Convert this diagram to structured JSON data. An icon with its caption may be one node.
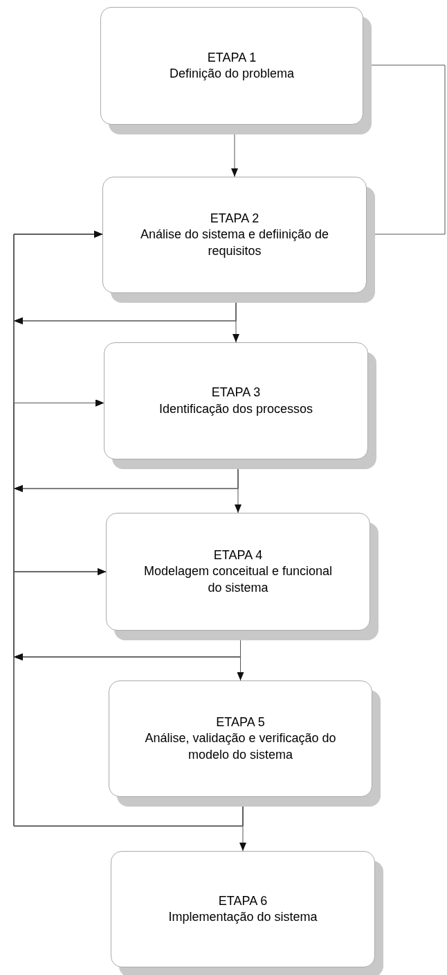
{
  "diagram": {
    "nodes": [
      {
        "text": [
          "ETAPA 1",
          "Definição do problema"
        ]
      },
      {
        "text": [
          "ETAPA 2",
          "Análise do sistema e defiinição de requisitos"
        ]
      },
      {
        "text": [
          "ETAPA 3",
          "Identificação dos processos"
        ]
      },
      {
        "text": [
          "ETAPA 4",
          "Modelagem conceitual e funcional do sistema"
        ]
      },
      {
        "text": [
          "ETAPA 5",
          "Análise, validação e verificação do modelo do sistema"
        ]
      },
      {
        "text": [
          "ETAPA 6",
          "Implementação do sistema"
        ]
      }
    ],
    "edges": [
      {
        "from": 0,
        "to": 1,
        "arrow": "to"
      },
      {
        "from": 1,
        "to": 2,
        "arrow": "to"
      },
      {
        "from": 2,
        "to": 3,
        "arrow": "to"
      },
      {
        "from": 3,
        "to": 4,
        "arrow": "to"
      },
      {
        "from": 4,
        "to": 5,
        "arrow": "to"
      },
      {
        "from": 1,
        "to": 0,
        "arrow": "to"
      },
      {
        "from": 1,
        "to": 1,
        "arrow": "to"
      },
      {
        "from": 1,
        "to": 3,
        "arrow": "to"
      },
      {
        "from": 2,
        "to": 1,
        "arrow": "to"
      },
      {
        "from": 2,
        "to": 2,
        "arrow": "to"
      },
      {
        "from": 3,
        "to": 1,
        "arrow": "to"
      },
      {
        "from": 3,
        "to": 2,
        "arrow": "to"
      },
      {
        "from": 3,
        "to": 3,
        "arrow": "to"
      },
      {
        "from": 4,
        "to": 1,
        "arrow": "to"
      },
      {
        "from": 4,
        "to": 2,
        "arrow": "to"
      },
      {
        "from": 4,
        "to": 3,
        "arrow": "to"
      }
    ]
  }
}
